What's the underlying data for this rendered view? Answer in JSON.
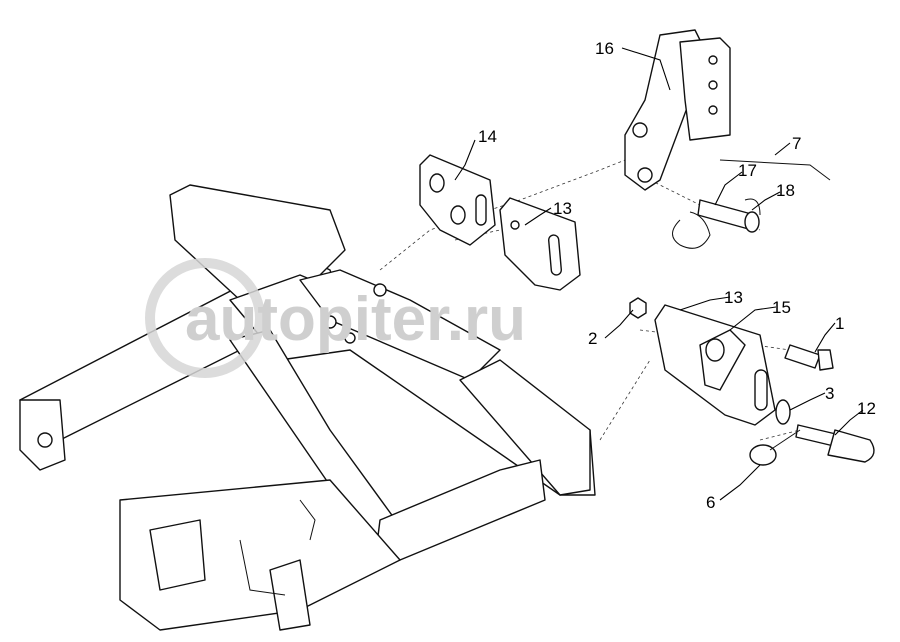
{
  "watermark": "autopiter.ru",
  "labels": {
    "p16": "16",
    "p14": "14",
    "p7": "7",
    "p17": "17",
    "p18": "18",
    "p13a": "13",
    "p13b": "13",
    "p15": "15",
    "p1": "1",
    "p2": "2",
    "p3": "3",
    "p12": "12",
    "p6": "6"
  }
}
